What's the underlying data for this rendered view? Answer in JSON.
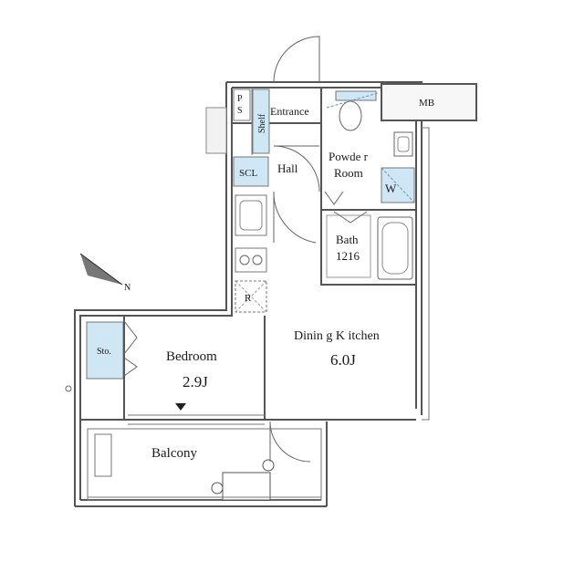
{
  "rooms": {
    "ps": [
      "P",
      "S"
    ],
    "shelf": "Shelf",
    "entrance": "Entrance",
    "mb": "MB",
    "scl": "SCL",
    "hall": "Hall",
    "powder_room": [
      "Powde r",
      "Room"
    ],
    "washer": "W",
    "bath": [
      "Bath",
      "1216"
    ],
    "refrigerator": "R",
    "storage": "Sto.",
    "bedroom": {
      "name": "Bedroom",
      "size": "2.9J"
    },
    "dining_kitchen": {
      "name": "Dinin g K itchen",
      "size": "6.0J"
    },
    "balcony": "Balcony"
  },
  "compass": {
    "north_label": "N"
  },
  "colors": {
    "fixture_fill": "#cfe6f5",
    "wall_stroke": "#555555"
  }
}
